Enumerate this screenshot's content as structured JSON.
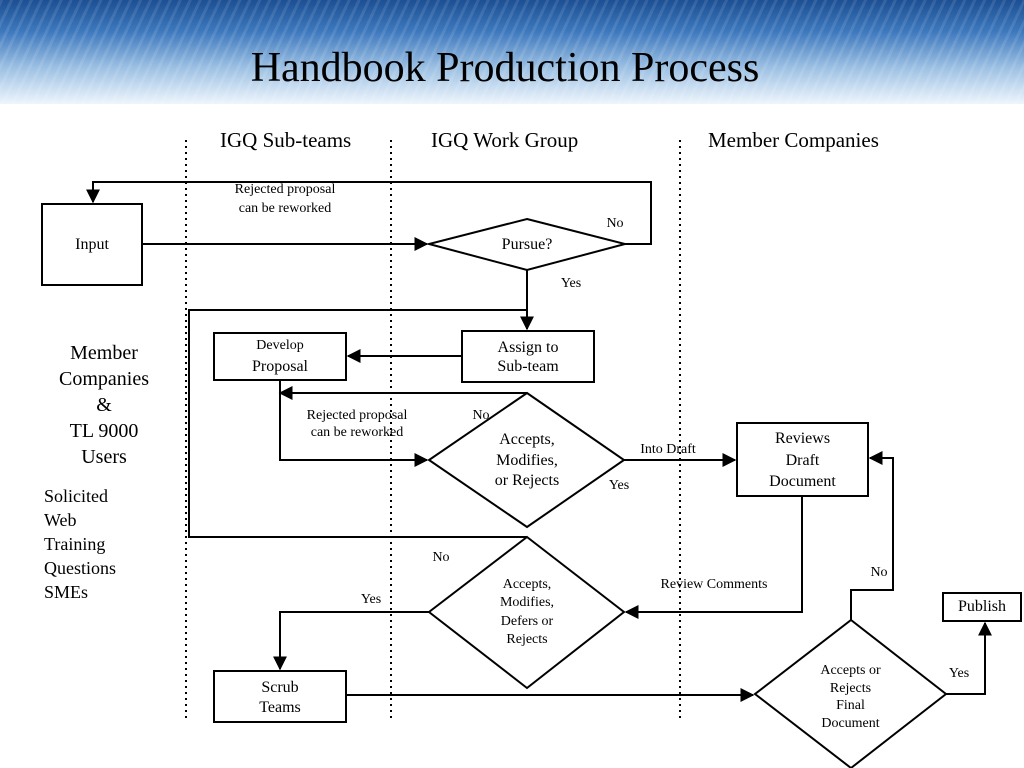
{
  "slide": {
    "title": "Handbook Production Process"
  },
  "lanes": {
    "sub_teams": "IGQ Sub-teams",
    "work_group": "IGQ Work Group",
    "member_companies": "Member Companies"
  },
  "nodes": {
    "input": "Input",
    "pursue": "Pursue?",
    "assign": [
      "Assign to",
      "Sub-team"
    ],
    "develop": [
      "Develop",
      "Proposal"
    ],
    "accepts_1": [
      "Accepts,",
      "Modifies,",
      "or Rejects"
    ],
    "reviews_draft": [
      "Reviews",
      "Draft",
      "Document"
    ],
    "accepts_2": [
      "Accepts,",
      "Modifies,",
      "Defers or",
      "Rejects"
    ],
    "scrub": [
      "Scrub",
      "Teams"
    ],
    "accepts_final": [
      "Accepts or",
      "Rejects",
      "Final",
      "Document"
    ],
    "publish": "Publish"
  },
  "edge_labels": {
    "rejected_1": [
      "Rejected proposal",
      "can be reworked"
    ],
    "rejected_2": [
      "Rejected proposal",
      "can be reworked"
    ],
    "pursue_no": "No",
    "pursue_yes": "Yes",
    "accepts1_no": "No",
    "accepts1_yes": "Yes",
    "into_draft": "Into Draft",
    "review_comments": "Review Comments",
    "accepts2_no": "No",
    "accepts2_yes": "Yes",
    "final_no": "No",
    "final_yes": "Yes"
  },
  "side_panel": {
    "heading": [
      "Member",
      "Companies",
      "&",
      "TL 9000",
      "Users"
    ],
    "items": [
      "Solicited",
      "Web",
      "Training",
      "Questions",
      "SMEs"
    ]
  }
}
